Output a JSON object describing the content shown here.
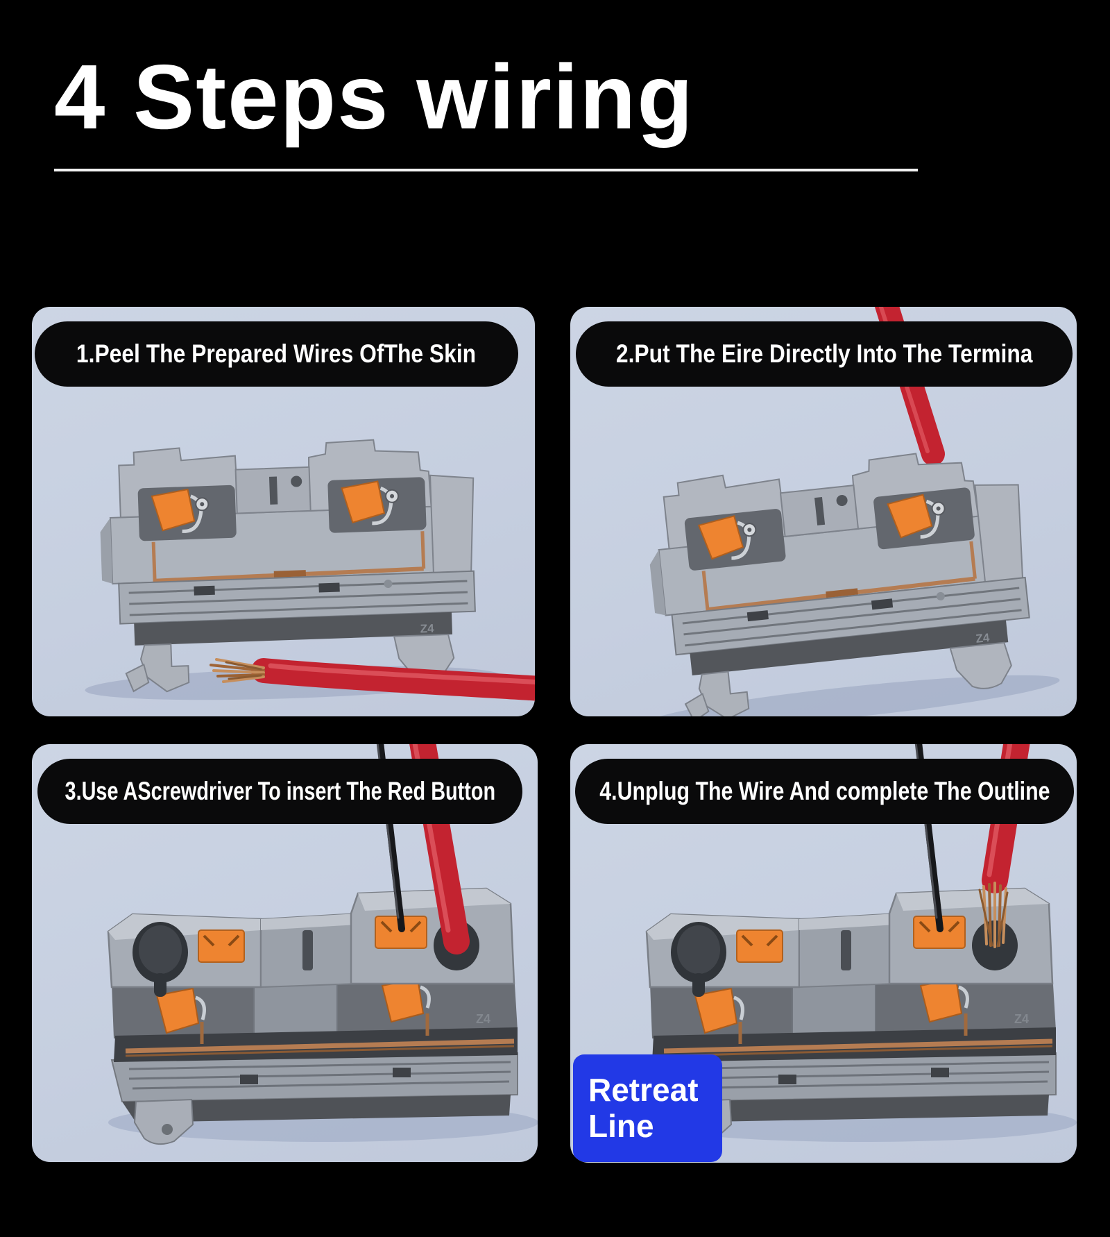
{
  "title": "4 Steps wiring",
  "steps": [
    {
      "label": "1.Peel The Prepared Wires OfThe Skin"
    },
    {
      "label": "2.Put The Eire Directly Into The Termina"
    },
    {
      "label": "3.Use AScrewdriver To insert The Red Button"
    },
    {
      "label": "4.Unplug The Wire And complete The Outline"
    }
  ],
  "badge": {
    "line1": "Retreat",
    "line2": "Line"
  },
  "block_marking": "Z4",
  "colors": {
    "background": "#000000",
    "panel_bg": "#c6cfe0",
    "pill_bg": "#0a0a0b",
    "badge_blue": "#2239e6",
    "wire_red": "#c32330",
    "terminal_gray": "#aab0b9",
    "button_orange": "#ee8430",
    "copper": "#b57c52",
    "title_text": "#ffffff"
  }
}
